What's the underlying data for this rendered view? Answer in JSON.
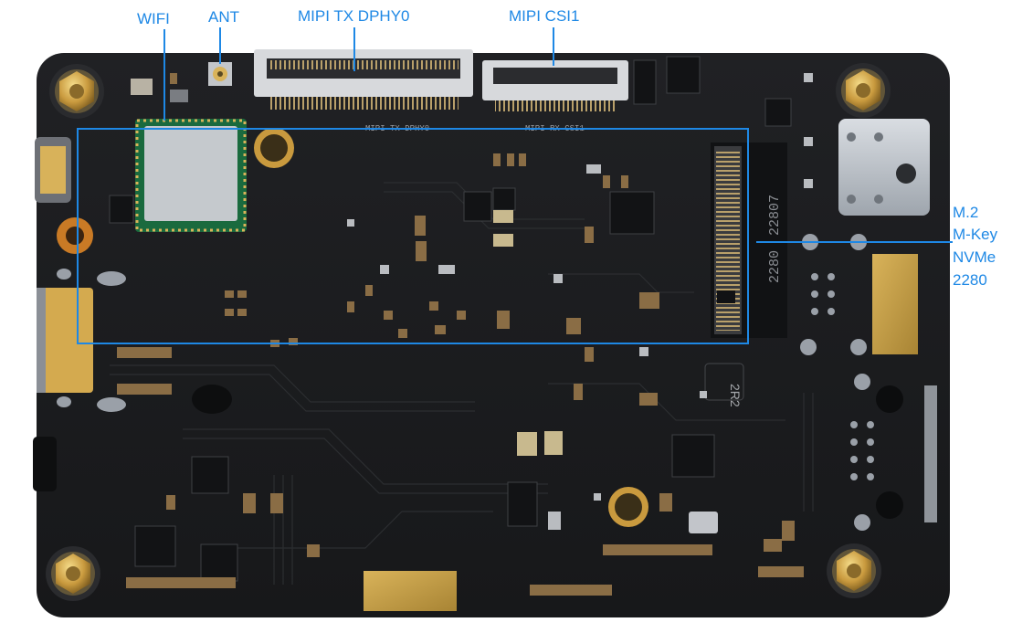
{
  "labels": {
    "wifi": "WIFI",
    "ant": "ANT",
    "mipi_tx": "MIPI TX DPHY0",
    "mipi_csi": "MIPI CSI1",
    "m2_line1": "M.2",
    "m2_line2": "M-Key",
    "m2_line3": "NVMe",
    "m2_line4": "2280"
  },
  "board_silkscreen": {
    "mipi_tx_text": "MIPI TX DPHY0",
    "mipi_rx_text": "MIPI RX CSI1",
    "m2_size_text": "22807",
    "m2_size_text2": "2280",
    "inductor_text": "2R2"
  },
  "colors": {
    "label": "#1e88e5",
    "board": "#1c1d1f",
    "gold": "#c9a24a",
    "brass": "#d4a64a"
  }
}
